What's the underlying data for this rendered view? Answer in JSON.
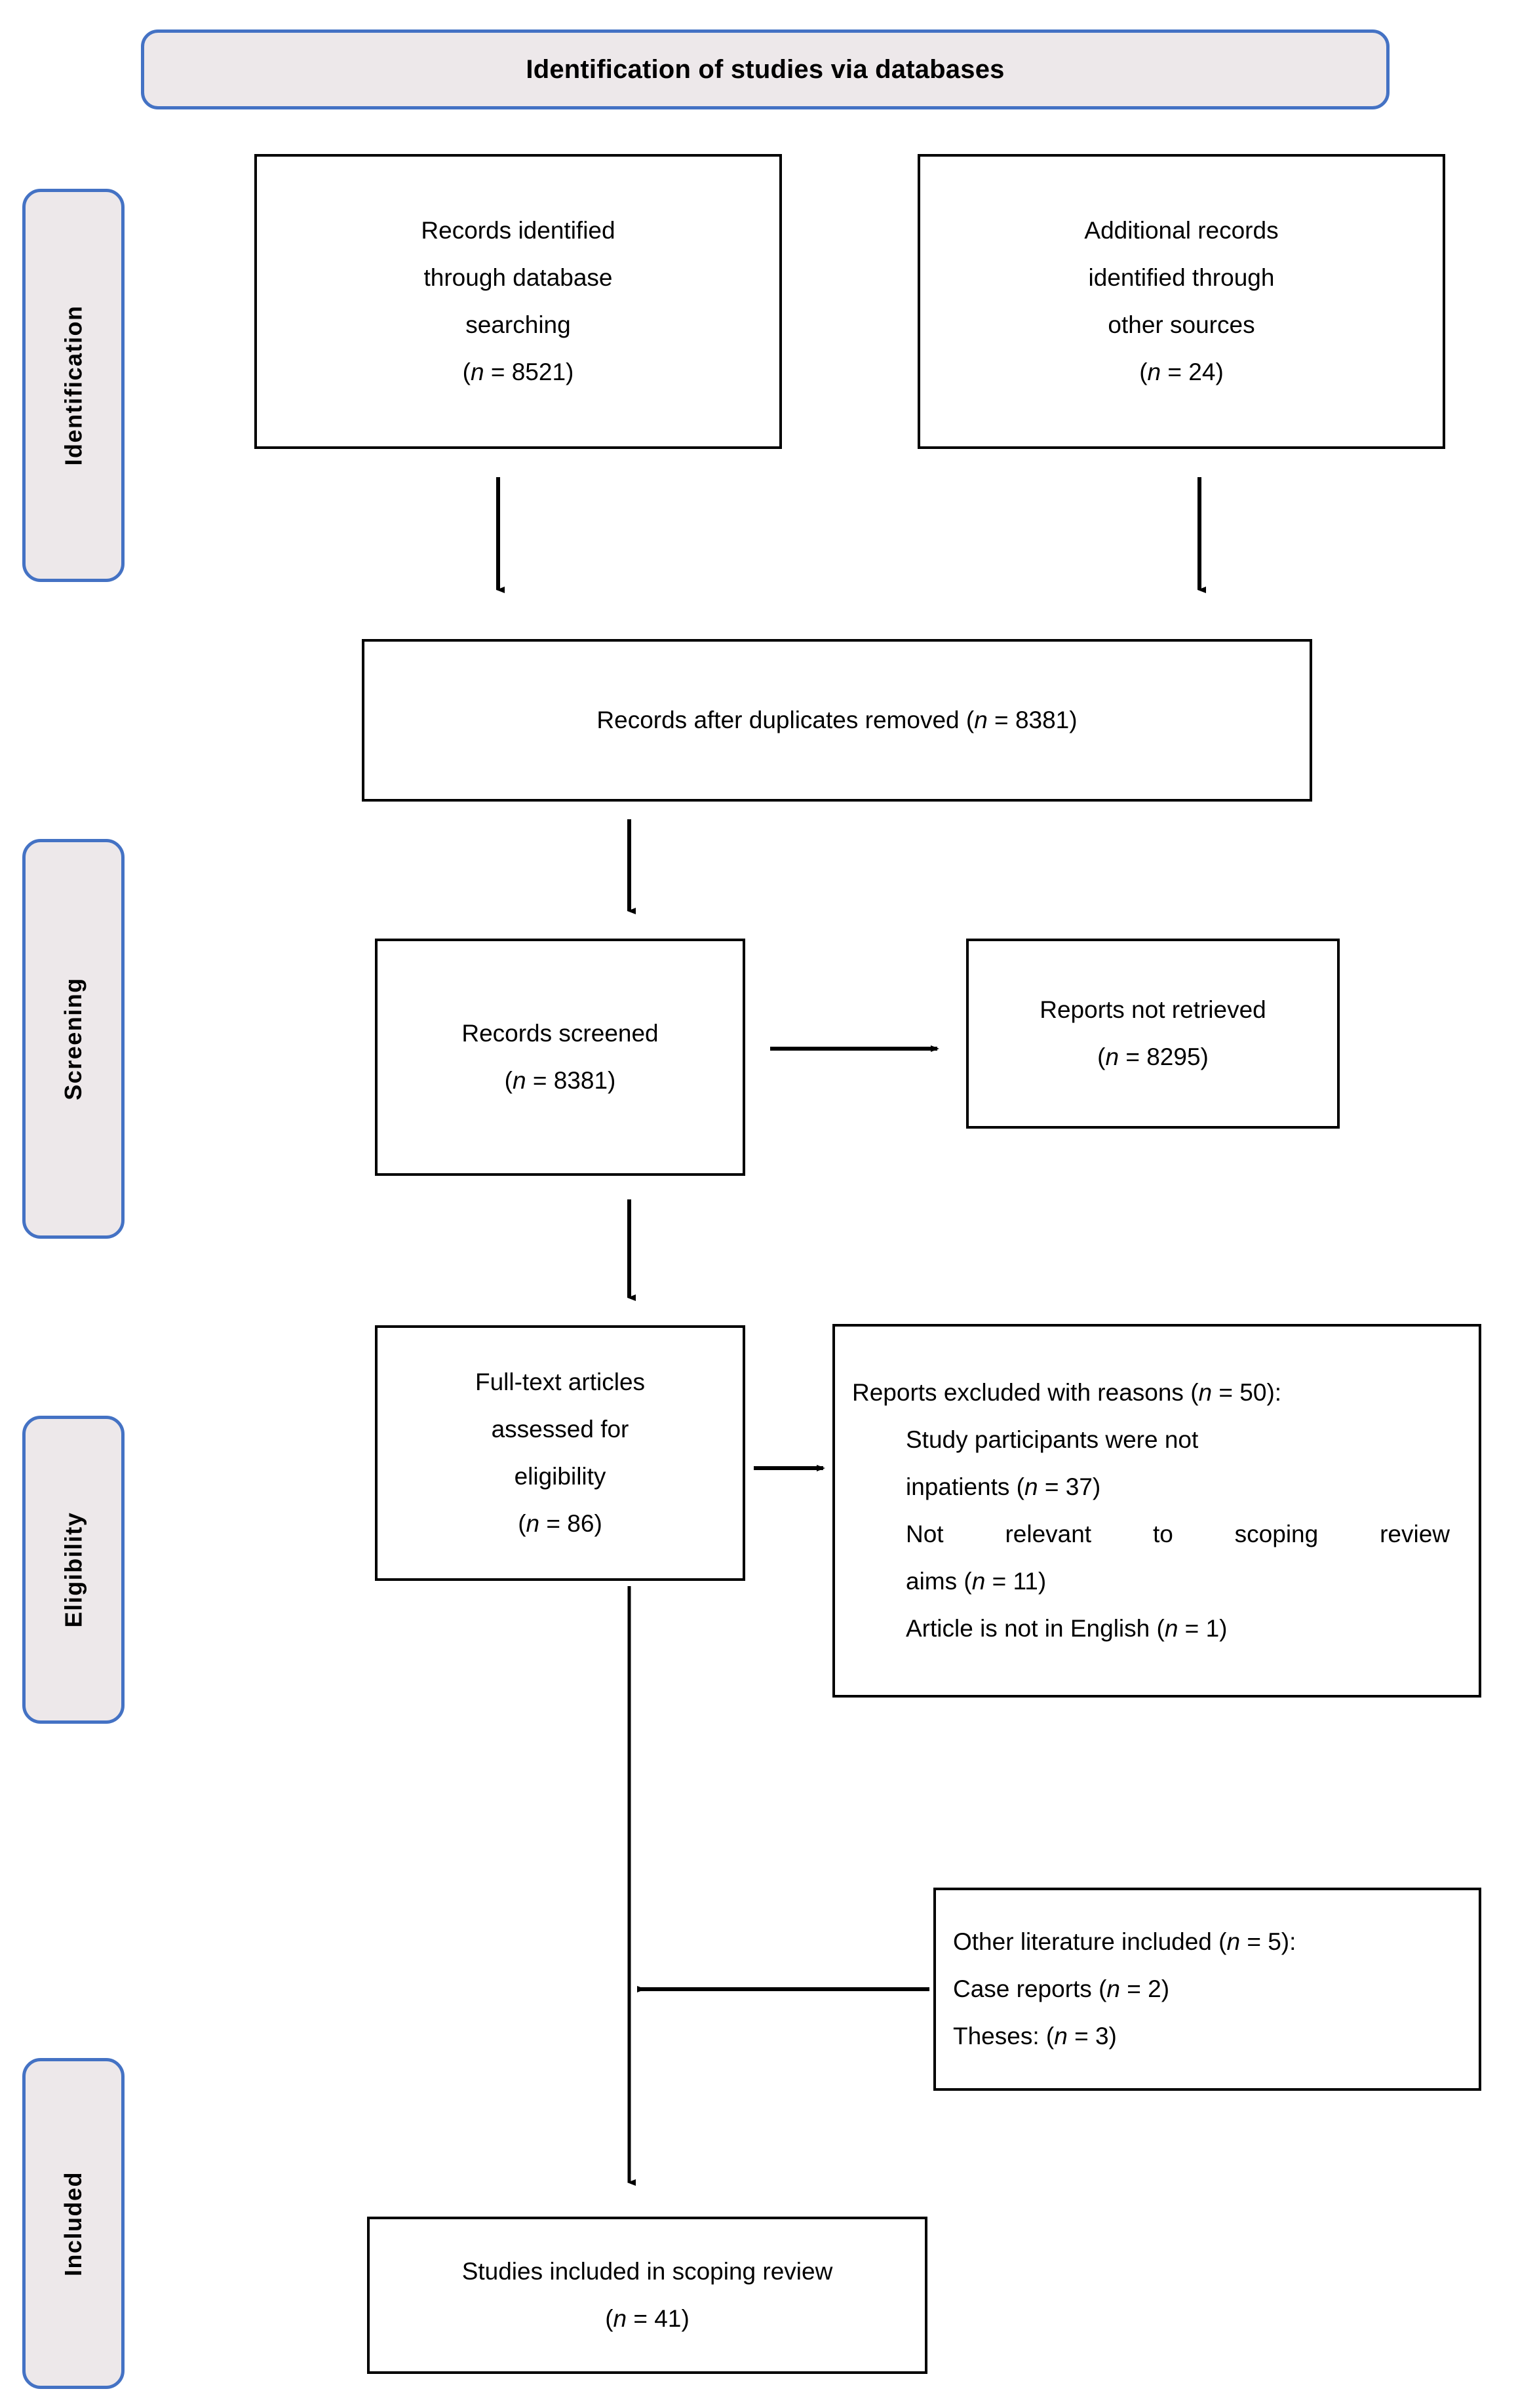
{
  "header": {
    "title": "Identification of studies via databases"
  },
  "stages": [
    {
      "label": "Identification"
    },
    {
      "label": "Screening"
    },
    {
      "label": "Eligibility"
    },
    {
      "label": "Included"
    }
  ],
  "boxes": {
    "records_identified": {
      "lines": [
        "Records identified",
        "through database",
        "searching"
      ],
      "count_prefix": "(",
      "count_n": "n",
      "count_value": " = 8521)"
    },
    "additional_records": {
      "lines": [
        "Additional records",
        "identified through",
        "other sources"
      ],
      "count_prefix": "(",
      "count_n": "n",
      "count_value": " = 24)"
    },
    "duplicates_removed": {
      "text_before": "Records after duplicates removed (",
      "count_n": "n",
      "text_after": " = 8381)"
    },
    "records_screened": {
      "lines": [
        "Records screened"
      ],
      "count_prefix": "(",
      "count_n": "n",
      "count_value": " = 8381)"
    },
    "reports_not_retrieved": {
      "lines": [
        "Reports not retrieved"
      ],
      "count_prefix": "(",
      "count_n": "n",
      "count_value": " = 8295)"
    },
    "fulltext_assessed": {
      "lines": [
        "Full-text articles",
        "assessed for",
        "eligibility"
      ],
      "count_prefix": "(",
      "count_n": "n",
      "count_value": " = 86)"
    },
    "reports_excluded": {
      "heading_before": "Reports excluded with reasons (",
      "heading_n": "n",
      "heading_after": " = 50):",
      "reasons": [
        {
          "text_line1": "Study participants were not",
          "text_line2_before": "inpatients (",
          "n": "n",
          "text_line2_after": " = 37)"
        },
        {
          "text_line1": "Not relevant to scoping review",
          "text_line2_before": "aims (",
          "n": "n",
          "text_line2_after": " = 11)"
        }
      ],
      "last_reason_before": "Article is not in English (",
      "last_reason_n": "n",
      "last_reason_after": " = 1)"
    },
    "other_literature": {
      "heading_before": "Other literature included (",
      "heading_n": "n",
      "heading_after": " = 5):",
      "items": [
        {
          "before": "Case reports (",
          "n": "n",
          "after": " = 2)"
        },
        {
          "before": "Theses: (",
          "n": "n",
          "after": " = 3)"
        }
      ]
    },
    "studies_included": {
      "lines": [
        "Studies included in scoping review"
      ],
      "count_prefix": "(",
      "count_n": "n",
      "count_value": " = 41)"
    }
  },
  "colors": {
    "stage_fill": "#EDE8EA",
    "stage_border": "#4472C4",
    "box_border": "#000000",
    "box_fill": "#FFFFFF",
    "text": "#000000"
  }
}
